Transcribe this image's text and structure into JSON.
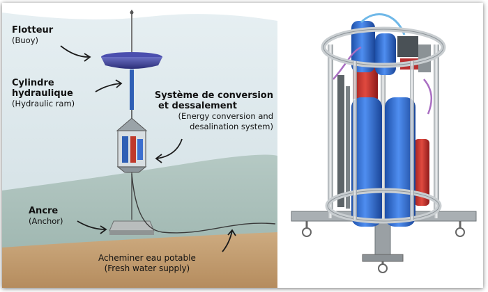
{
  "labels": {
    "buoy": {
      "fr": "Flotteur",
      "en": "(Buoy)"
    },
    "ram": {
      "fr_1": "Cylindre",
      "fr_2": "hydraulique",
      "en": "(Hydraulic ram)"
    },
    "conversion": {
      "fr_1": "Système de conversion",
      "fr_2": "et dessalement",
      "en_1": "(Energy conversion and",
      "en_2": "desalination system)"
    },
    "anchor": {
      "fr": "Ancre",
      "en": "(Anchor)"
    },
    "water": {
      "fr": "Acheminer eau potable",
      "en": "(Fresh water supply)"
    }
  },
  "colors": {
    "sea_surface": "#dce8ec",
    "sea_deep": "#a7bfb9",
    "seabed": "#c6a377",
    "buoy": "#3c3f93",
    "cylinder": "#2f6fd0"
  }
}
